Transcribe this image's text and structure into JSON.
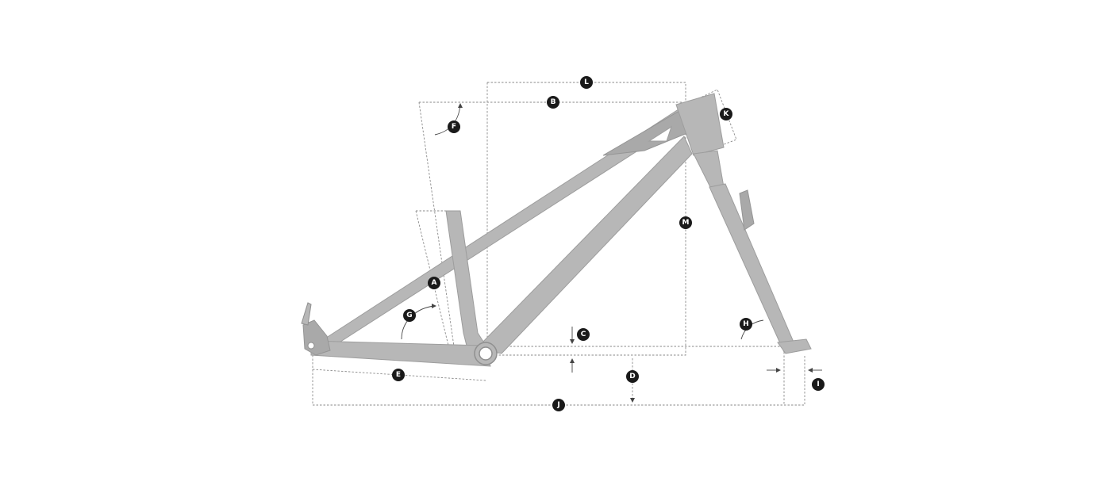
{
  "diagram": {
    "colors": {
      "frame": "#b7b7b7",
      "frame_shadow": "#9d9d9d",
      "dimension_line": "#8a8a8a",
      "badge_fill": "#1a1a1a",
      "badge_text": "#ffffff",
      "background": "#ffffff"
    },
    "badges": [
      {
        "id": "L",
        "label": "L"
      },
      {
        "id": "B",
        "label": "B"
      },
      {
        "id": "K",
        "label": "K"
      },
      {
        "id": "F",
        "label": "F"
      },
      {
        "id": "M",
        "label": "M"
      },
      {
        "id": "A",
        "label": "A"
      },
      {
        "id": "G",
        "label": "G"
      },
      {
        "id": "C",
        "label": "C"
      },
      {
        "id": "H",
        "label": "H"
      },
      {
        "id": "E",
        "label": "E"
      },
      {
        "id": "D",
        "label": "D"
      },
      {
        "id": "I",
        "label": "I"
      },
      {
        "id": "J",
        "label": "J"
      }
    ]
  }
}
